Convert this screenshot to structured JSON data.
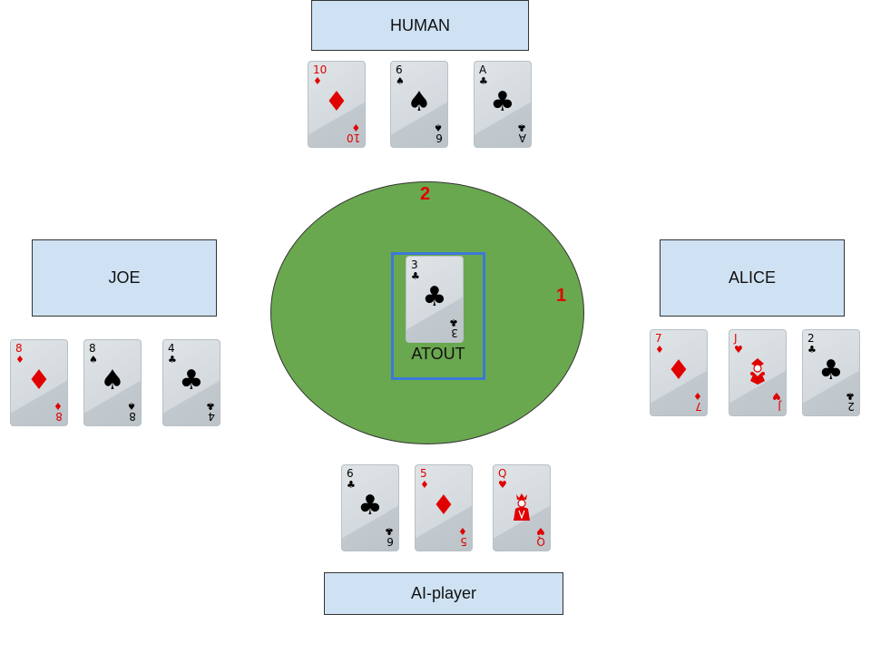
{
  "players": {
    "human": "HUMAN",
    "joe": "JOE",
    "alice": "ALICE",
    "ai": "AI-player"
  },
  "markers": {
    "left": "2",
    "right": "1"
  },
  "atout": {
    "label": "ATOUT",
    "card": {
      "rank": "3",
      "suit": "♣",
      "color": "black"
    }
  },
  "hands": {
    "human": [
      {
        "rank": "10",
        "suit": "♦",
        "color": "red"
      },
      {
        "rank": "6",
        "suit": "♠",
        "color": "black"
      },
      {
        "rank": "A",
        "suit": "♣",
        "color": "black"
      }
    ],
    "joe": [
      {
        "rank": "8",
        "suit": "♦",
        "color": "red"
      },
      {
        "rank": "8",
        "suit": "♠",
        "color": "black"
      },
      {
        "rank": "4",
        "suit": "♣",
        "color": "black"
      }
    ],
    "alice": [
      {
        "rank": "7",
        "suit": "♦",
        "color": "red"
      },
      {
        "rank": "J",
        "suit": "♥",
        "color": "red",
        "face": "jack-face-icon"
      },
      {
        "rank": "2",
        "suit": "♣",
        "color": "black"
      }
    ],
    "ai": [
      {
        "rank": "6",
        "suit": "♣",
        "color": "black"
      },
      {
        "rank": "5",
        "suit": "♦",
        "color": "red"
      },
      {
        "rank": "Q",
        "suit": "♥",
        "color": "red",
        "face": "queen-face-icon"
      }
    ]
  },
  "colors": {
    "table": "#6aa84f",
    "player_box": "#cfe2f3",
    "atout_frame": "#3c78d8",
    "marker": "#e00000"
  }
}
